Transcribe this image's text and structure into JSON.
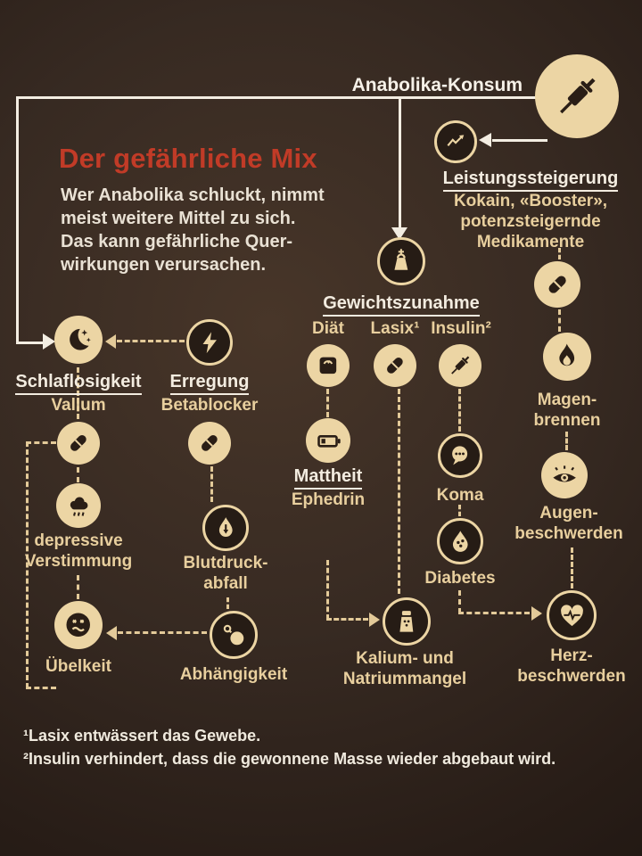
{
  "header": {
    "anabolika_label": "Anabolika-Konsum",
    "title": "Der gefährliche Mix",
    "intro": [
      "Wer Anabolika schluckt, nimmt",
      "meist weitere Mittel zu sich.",
      "Das kann gefährliche Quer-",
      "wirkungen verursachen."
    ]
  },
  "groups": {
    "leistung": {
      "heading": "Leistungssteigerung",
      "lines": [
        "Kokain, «Booster»,",
        "potenzsteigernde",
        "Medikamente"
      ]
    },
    "gewicht": {
      "heading": "Gewichtszunahme",
      "items": [
        "Diät",
        "Lasix¹",
        "Insulin²"
      ]
    },
    "schlaf": {
      "heading": "Schlaflosigkeit",
      "drug": "Valium"
    },
    "erregung": {
      "heading": "Erregung",
      "drug": "Betablocker"
    },
    "mattheit": {
      "heading": "Mattheit",
      "drug": "Ephedrin"
    }
  },
  "effects": {
    "magen": [
      "Magen-",
      "brennen"
    ],
    "augen": [
      "Augen-",
      "beschwerden"
    ],
    "herz": [
      "Herz-",
      "beschwerden"
    ],
    "koma": "Koma",
    "diabetes": "Diabetes",
    "kalium": [
      "Kalium- und",
      "Natriummangel"
    ],
    "depressiv": [
      "depressive",
      "Verstimmung"
    ],
    "uebelkeit": "Übelkeit",
    "blutdruck": [
      "Blutdruck-",
      "abfall"
    ],
    "abhaengigkeit": "Abhängigkeit"
  },
  "footnotes": [
    "¹Lasix entwässert das Gewebe.",
    "²Insulin verhindert, dass die gewonnene Masse wieder abgebaut wird."
  ],
  "colors": {
    "background": "#352a22",
    "cream": "#ecd5a4",
    "white": "#f3ece0",
    "title_red": "#c13b27",
    "dark_glyph": "#2a1e16"
  },
  "icons": {
    "anabolika": "syringe-icon",
    "leistungssteigerung": "chart-up-icon",
    "medication": "pill-icon",
    "gewichtszunahme": "weight-icon",
    "schlaflosigkeit": "moon-stars-icon",
    "erregung": "lightning-icon",
    "diaet": "scale-icon",
    "insulin": "syringe-icon",
    "mattheit": "battery-low-icon",
    "koma": "speech-dots-icon",
    "diabetes": "drop-dots-icon",
    "magenbrennen": "flame-icon",
    "augenbeschwerden": "eye-icon",
    "herzbeschwerden": "heart-ecg-icon",
    "kalium_natrium": "salt-shaker-icon",
    "depressive_verstimmung": "rain-cloud-icon",
    "uebelkeit": "nausea-face-icon",
    "blutdruckabfall": "drop-arrow-down-icon",
    "abhaengigkeit": "ball-chain-icon"
  }
}
